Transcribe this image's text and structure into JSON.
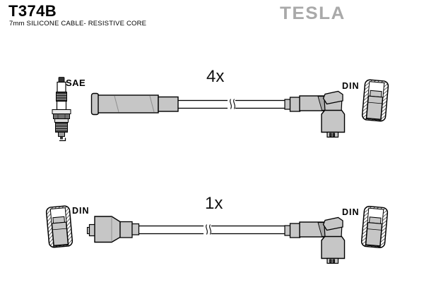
{
  "header": {
    "part_number": "T374B",
    "subtitle": "7mm SILICONE CABLE- RESISTIVE CORE",
    "brand": "TESLA"
  },
  "row1": {
    "quantity": "4x",
    "plug_label": "SAE",
    "terminal_label": "DIN"
  },
  "row2": {
    "quantity": "1x",
    "left_terminal_label": "DIN",
    "right_terminal_label": "DIN"
  },
  "colors": {
    "boot_gray": "#c6c6c6",
    "logo_gray": "#a9a9a9",
    "ink": "#000000"
  }
}
